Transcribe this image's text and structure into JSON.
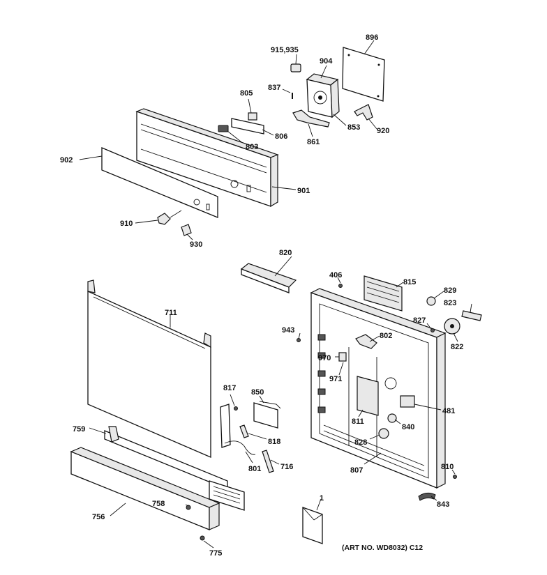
{
  "caption": "(ART NO. WD8032) C12",
  "labels": {
    "l896": "896",
    "l915": "915,935",
    "l904": "904",
    "l837": "837",
    "l805": "805",
    "l853": "853",
    "l920": "920",
    "l861": "861",
    "l806": "806",
    "l803": "803",
    "l902": "902",
    "l901": "901",
    "l910": "910",
    "l930": "930",
    "l820": "820",
    "l406": "406",
    "l815": "815",
    "l829": "829",
    "l823": "823",
    "l827": "827",
    "l822": "822",
    "l943": "943",
    "l802": "802",
    "l970": "970",
    "l971": "971",
    "l711": "711",
    "l817": "817",
    "l850": "850",
    "l818": "818",
    "l811": "811",
    "l481": "481",
    "l840": "840",
    "l828": "828",
    "l759": "759",
    "l801": "801",
    "l716": "716",
    "l807": "807",
    "l810": "810",
    "l843": "843",
    "l758": "758",
    "l756": "756",
    "l775": "775",
    "l1": "1"
  }
}
